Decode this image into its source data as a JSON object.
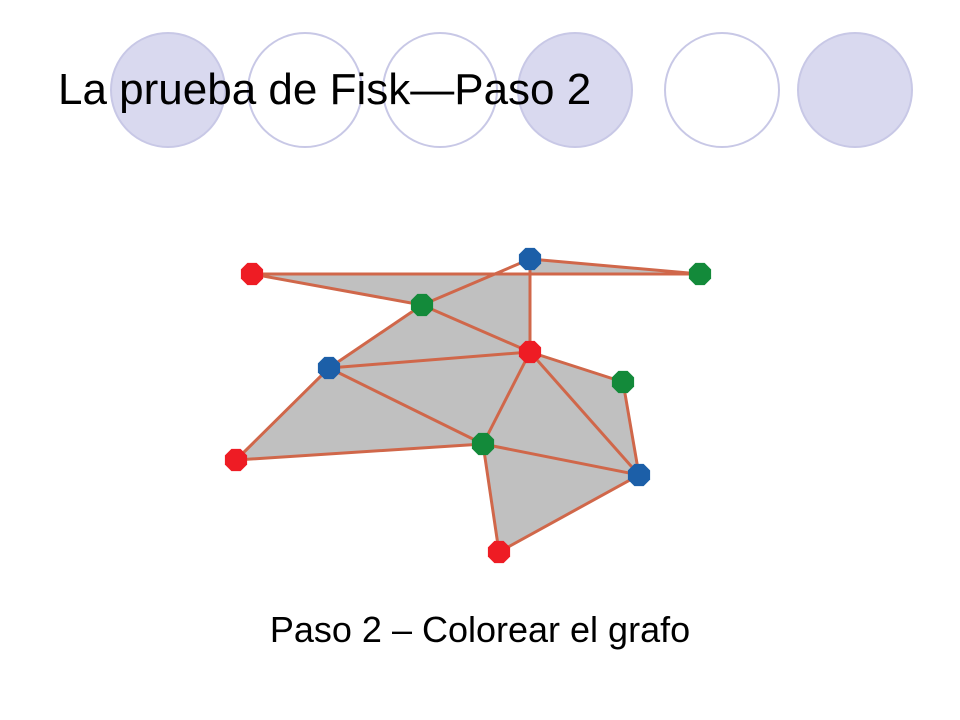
{
  "slide": {
    "title": "La prueba de Fisk—Paso 2",
    "caption": "Paso 2 – Colorear el grafo"
  },
  "decoration": {
    "circles": [
      {
        "style": "filled"
      },
      {
        "style": "outline"
      },
      {
        "style": "outline"
      },
      {
        "style": "filled"
      },
      {
        "style": "outline"
      },
      {
        "style": "filled"
      }
    ]
  },
  "colors": {
    "circle_fill": "#d9d9ef",
    "circle_stroke": "#c8c8e6",
    "polygon_fill": "#c0c0c0",
    "edge": "#d0674a",
    "red": "#ee1c24",
    "green": "#138a3a",
    "blue": "#1c5fa8"
  },
  "graph": {
    "vertices": [
      {
        "id": "A",
        "color": "red"
      },
      {
        "id": "B",
        "color": "green"
      },
      {
        "id": "C",
        "color": "blue"
      },
      {
        "id": "D",
        "color": "red"
      },
      {
        "id": "E",
        "color": "green"
      },
      {
        "id": "F",
        "color": "red"
      },
      {
        "id": "G",
        "color": "blue"
      },
      {
        "id": "H",
        "color": "green"
      },
      {
        "id": "I",
        "color": "red"
      },
      {
        "id": "J",
        "color": "blue"
      },
      {
        "id": "K",
        "color": "green"
      }
    ],
    "polygon": [
      "A",
      "B",
      "C",
      "D",
      "E",
      "F",
      "G",
      "H",
      "I",
      "J",
      "K"
    ],
    "diagonals": [
      [
        "B",
        "J"
      ],
      [
        "J",
        "I"
      ],
      [
        "B",
        "I"
      ],
      [
        "C",
        "I"
      ],
      [
        "C",
        "E"
      ],
      [
        "E",
        "I"
      ],
      [
        "E",
        "G"
      ],
      [
        "I",
        "G"
      ]
    ]
  }
}
